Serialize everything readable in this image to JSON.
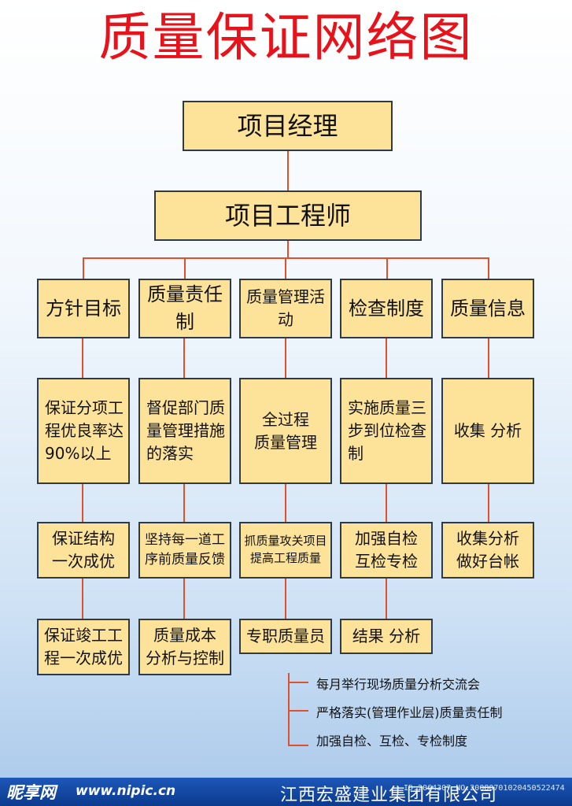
{
  "title": "质量保证网络图",
  "top": {
    "manager": "项目经理",
    "engineer": "项目工程师"
  },
  "columns": [
    {
      "header": "方针目标",
      "r1": "保证分项工\n程优良率达\n90%以上",
      "r2": "保证结构\n一次成优",
      "r3": "保证竣工工\n程一次成优"
    },
    {
      "header": "质量责任制",
      "r1": "督促部门质\n量管理措施\n的落实",
      "r2": "坚持每一道工\n序前质量反馈",
      "r3": "质量成本\n分析与控制"
    },
    {
      "header": "质量管理活动",
      "r1": "全过程\n质量管理",
      "r2": "抓质量攻关项目\n提高工程质量",
      "r3": "专职质量员"
    },
    {
      "header": "检查制度",
      "r1": "实施质量三\n步到位检查\n制",
      "r2": "加强自检\n互检专检",
      "r3": "结果  分析"
    },
    {
      "header": "质量信息",
      "r1": "收集   分析",
      "r2": "收集分析\n做好台帐"
    }
  ],
  "notes": [
    "每月举行现场质量分析交流会",
    "严格落实(管理作业层)质量责任制",
    "加强自检、互检、专检制度"
  ],
  "footer": {
    "logo": "昵享网",
    "url": "www.nipic.cn",
    "company": "江西宏盛建业集团有限公司",
    "code": "ID:2064307 NO:20080701020450522474"
  }
}
